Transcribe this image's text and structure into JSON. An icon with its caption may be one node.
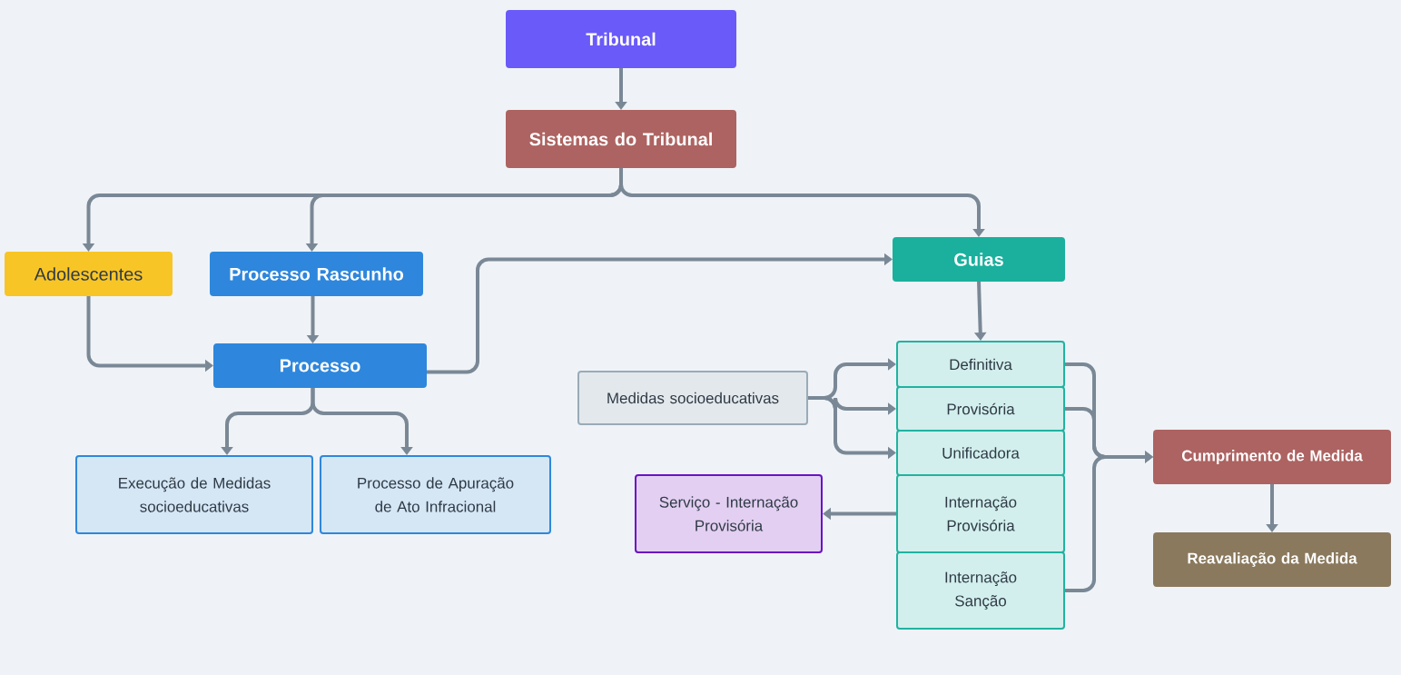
{
  "diagram": {
    "nodes": [
      {
        "text": [
          "Tribunal"
        ]
      },
      {
        "text": [
          "Sistemas do Tribunal"
        ]
      },
      {
        "text": [
          "Adolescentes"
        ]
      },
      {
        "text": [
          "Processo Rascunho"
        ]
      },
      {
        "text": [
          "Guias"
        ]
      },
      {
        "text": [
          "Processo"
        ]
      },
      {
        "text": [
          "Medidas socioeducativas"
        ]
      },
      {
        "text": [
          "Definitiva"
        ]
      },
      {
        "text": [
          "Provisória"
        ]
      },
      {
        "text": [
          "Unificadora"
        ]
      },
      {
        "text": [
          "Internação Provisória"
        ]
      },
      {
        "text": [
          "Internação Sanção"
        ]
      },
      {
        "text": [
          "Execução de Medidas socioeducativas"
        ]
      },
      {
        "text": [
          "Processo de Apuração de Ato Infracional"
        ]
      },
      {
        "text": [
          "Serviço - Internação Provisória"
        ]
      },
      {
        "text": [
          "Cumprimento de Medida"
        ]
      },
      {
        "text": [
          "Reavaliação da Medida"
        ]
      }
    ],
    "edges": [
      {
        "from": 0,
        "to": 1,
        "arrow": "to"
      },
      {
        "from": 1,
        "to": 2,
        "arrow": "to"
      },
      {
        "from": 1,
        "to": 3,
        "arrow": "to"
      },
      {
        "from": 1,
        "to": 4,
        "arrow": "to"
      },
      {
        "from": 3,
        "to": 5,
        "arrow": "to"
      },
      {
        "from": 2,
        "to": 5,
        "arrow": "to"
      },
      {
        "from": 5,
        "to": 4,
        "arrow": "to"
      },
      {
        "from": 4,
        "to": 7,
        "arrow": "to"
      },
      {
        "from": 6,
        "to": 7,
        "arrow": "to"
      },
      {
        "from": 6,
        "to": 8,
        "arrow": "to"
      },
      {
        "from": 6,
        "to": 9,
        "arrow": "to"
      },
      {
        "from": 5,
        "to": 12,
        "arrow": "to"
      },
      {
        "from": 5,
        "to": 13,
        "arrow": "to"
      },
      {
        "from": 10,
        "to": 14,
        "arrow": "to"
      },
      {
        "from": 7,
        "to": 15,
        "arrow": "to"
      },
      {
        "from": 8,
        "to": 15,
        "arrow": "to"
      },
      {
        "from": 11,
        "to": 15,
        "arrow": "to"
      },
      {
        "from": 15,
        "to": 16,
        "arrow": "to"
      }
    ]
  }
}
